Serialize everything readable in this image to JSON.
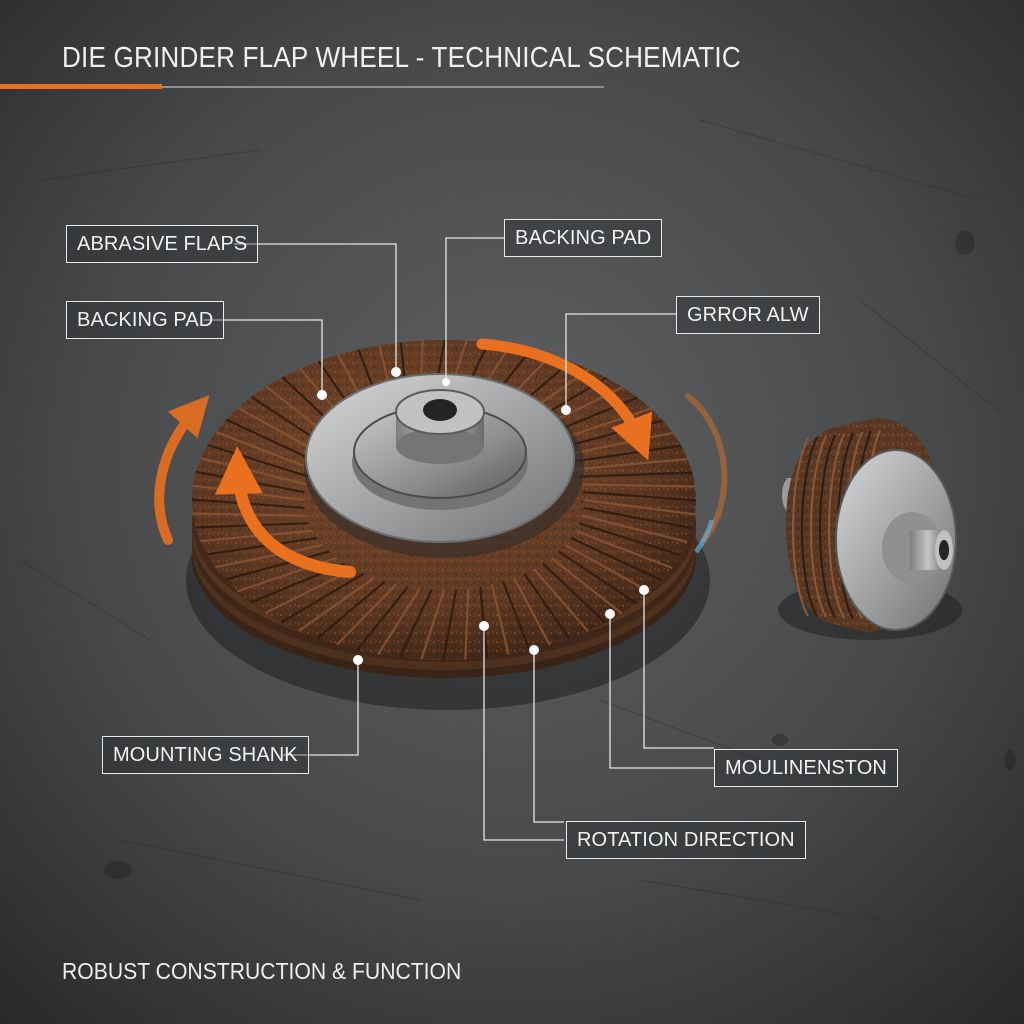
{
  "title": "DIE GRINDER FLAP WHEEL - TECHNICAL SCHEMATIC",
  "callouts": {
    "abrasive_flaps": "ABRASIVE FLAPS",
    "backing_pad_top": "BACKING PAD",
    "backing_pad_left": "BACKING PAD",
    "grror_alw": "GRROR ALW",
    "mounting_shank": "MOUNTING SHANK",
    "moulinenston": "MOULINENSTON",
    "rotation_direction": "ROTATION DIRECTION"
  },
  "footer": "ROBUST CONSTRUCTION & FUNCTION",
  "colors": {
    "accent": "#e8701e",
    "background": "#3c3e40",
    "text": "#f0f0ee",
    "abrasive": "#6a4028",
    "metal": "#b8b9ba"
  }
}
